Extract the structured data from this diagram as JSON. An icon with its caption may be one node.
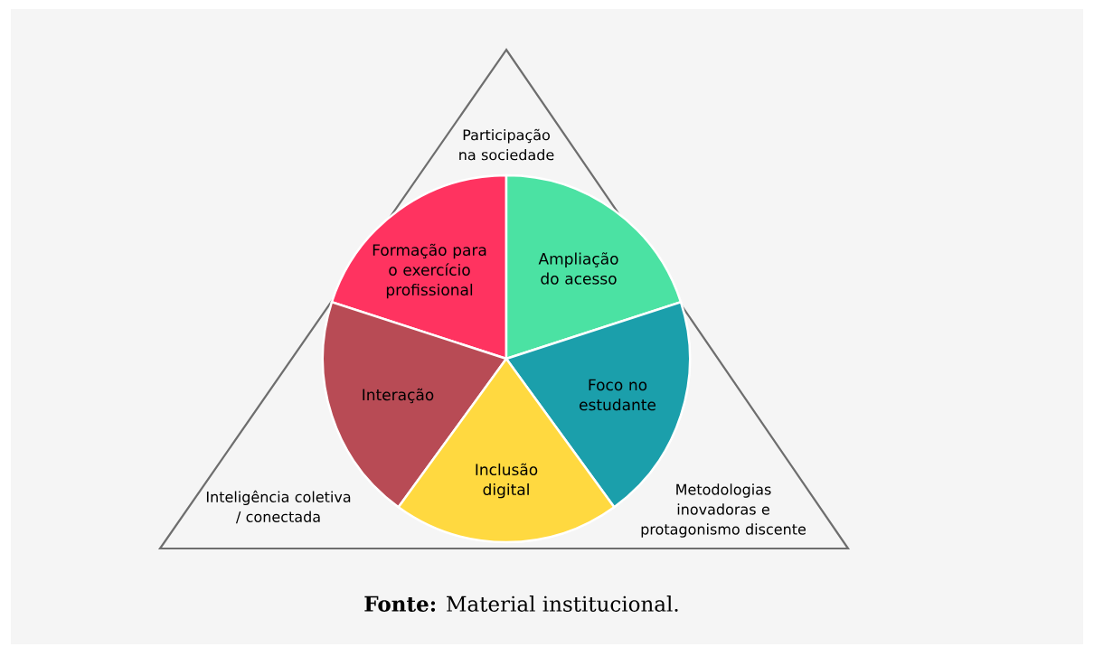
{
  "diagram": {
    "caption": "**Fonte:** Material institucional.",
    "nodes": [
      {
        "text": [
          "Formação para o exercício profissional"
        ]
      },
      {
        "text": [
          "Ampliação do acesso"
        ]
      },
      {
        "text": [
          "Interação"
        ]
      },
      {
        "text": [
          "Foco no estudante"
        ]
      },
      {
        "text": [
          "Inclusão digital"
        ]
      }
    ],
    "labels": [
      "Participação na sociedade",
      "Inteligência coletiva / conectada",
      "Metodologias inovadoras e protagonismo discente"
    ]
  }
}
